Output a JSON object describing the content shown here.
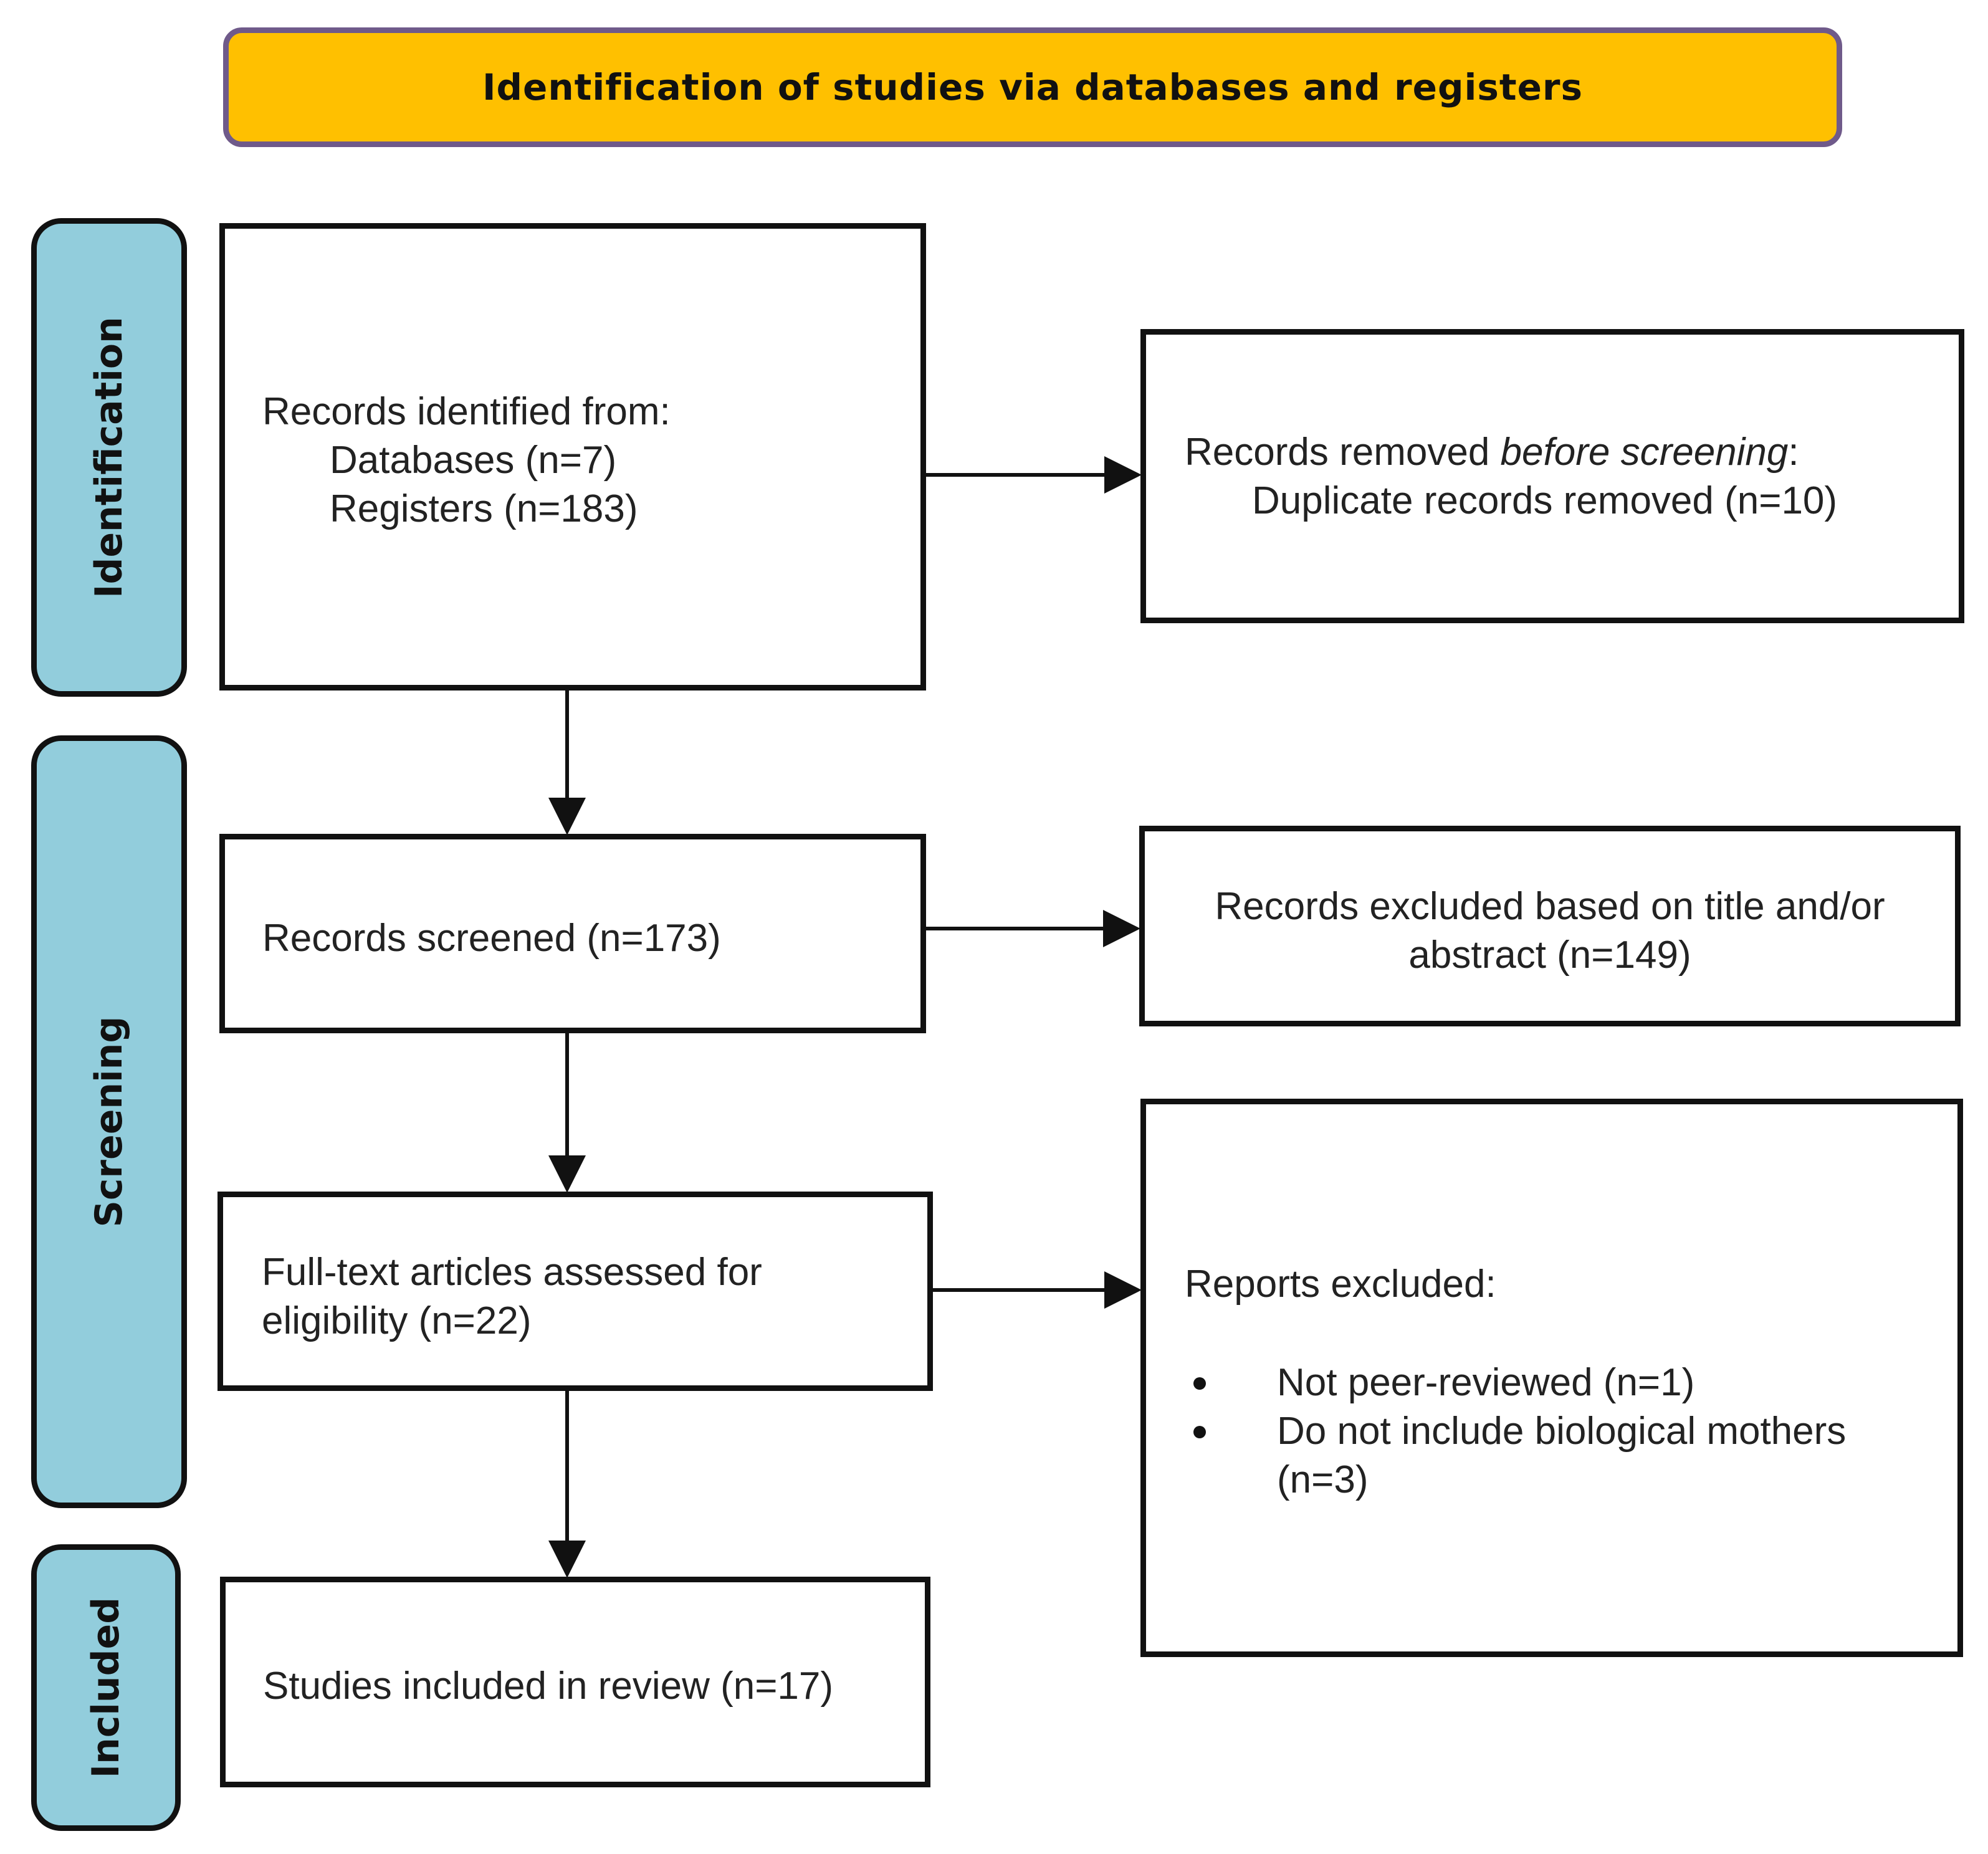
{
  "header": {
    "title": "Identification of studies via databases and registers"
  },
  "phases": {
    "identification": "Identification",
    "screening": "Screening",
    "included": "Included"
  },
  "boxes": {
    "identified": {
      "heading": "Records identified from:",
      "databases": "Databases (n=7)",
      "registers": "Registers (n=183)"
    },
    "removed": {
      "heading_prefix": "Records removed ",
      "heading_emphasis": "before screening",
      "heading_suffix": ":",
      "duplicates": "Duplicate records removed (n=10)"
    },
    "screened": {
      "text": "Records screened (n=173)"
    },
    "excluded": {
      "line1": "Records excluded based on title and/or",
      "line2": "abstract (n=149)"
    },
    "fulltext": {
      "line1": "Full-text articles assessed for",
      "line2": "eligibility (n=22)"
    },
    "reports_excluded": {
      "heading": "Reports excluded:",
      "items": [
        "Not peer-reviewed (n=1)",
        "Do not include biological mothers (n=3)"
      ]
    },
    "included": {
      "text": "Studies included in review (n=17)"
    }
  },
  "colors": {
    "banner_fill": "#ffc000",
    "banner_border": "#6f5a8a",
    "phase_fill": "#92cddc",
    "line": "#111111"
  }
}
